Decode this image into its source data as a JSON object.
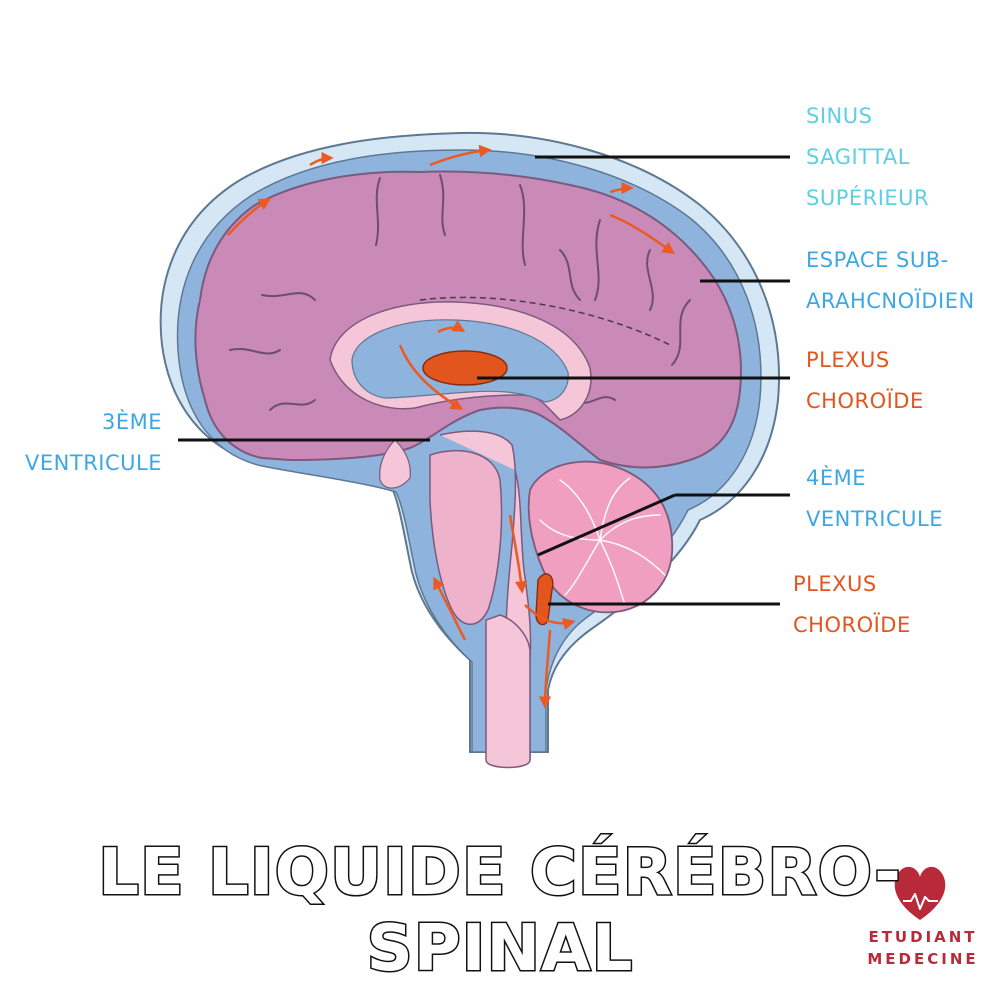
{
  "labels": {
    "sinus_sagittal": [
      "SINUS",
      "SAGITTAL",
      "SUPÉRIEUR"
    ],
    "espace_sub": [
      "ESPACE SUB-",
      "ARAHCNOÏDIEN"
    ],
    "plexus_1": [
      "PLEXUS",
      "CHOROÏDE"
    ],
    "ventricule_3": [
      "3ÈME",
      "VENTRICULE"
    ],
    "ventricule_4": [
      "4ÈME",
      "VENTRICULE"
    ],
    "plexus_2": [
      "PLEXUS",
      "CHOROÏDE"
    ]
  },
  "title": {
    "line1": "LE LIQUIDE CÉRÉBRO-",
    "line2": "SPINAL"
  },
  "logo": {
    "line1": "ETUDIANT",
    "line2": "MEDECINE"
  },
  "colors": {
    "label_cyan": "#5ccfe0",
    "label_blue": "#3da7e6",
    "label_orange": "#e2561e",
    "brain": "#c98ab8",
    "csf": "#8eb3dd",
    "skull": "#d5e7f5",
    "arrows": "#ec5a24",
    "logo_red": "#b82a3a"
  }
}
